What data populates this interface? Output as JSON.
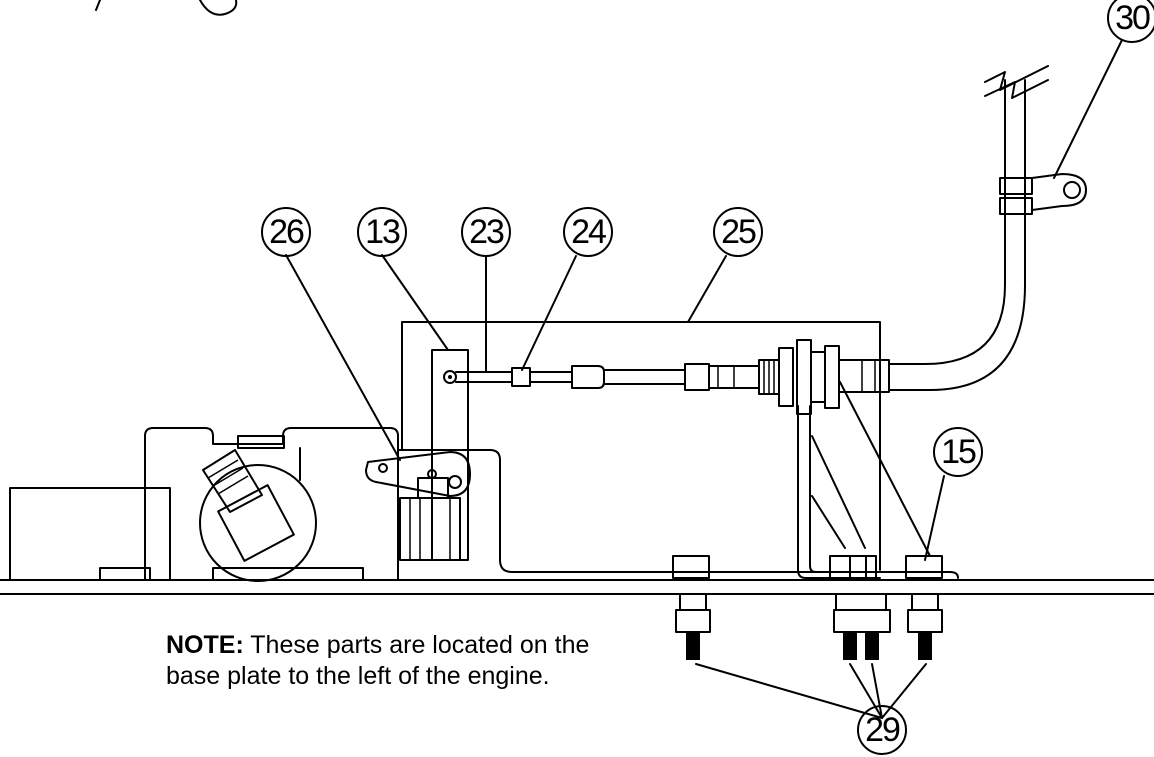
{
  "callouts": [
    {
      "id": "26",
      "label": "26"
    },
    {
      "id": "13",
      "label": "13"
    },
    {
      "id": "23",
      "label": "23"
    },
    {
      "id": "24",
      "label": "24"
    },
    {
      "id": "25",
      "label": "25"
    },
    {
      "id": "30",
      "label": "30"
    },
    {
      "id": "15",
      "label": "15"
    },
    {
      "id": "29",
      "label": "29"
    }
  ],
  "note": {
    "prefix": "NOTE:",
    "text": " These parts are located on the base plate to the left of the engine."
  }
}
